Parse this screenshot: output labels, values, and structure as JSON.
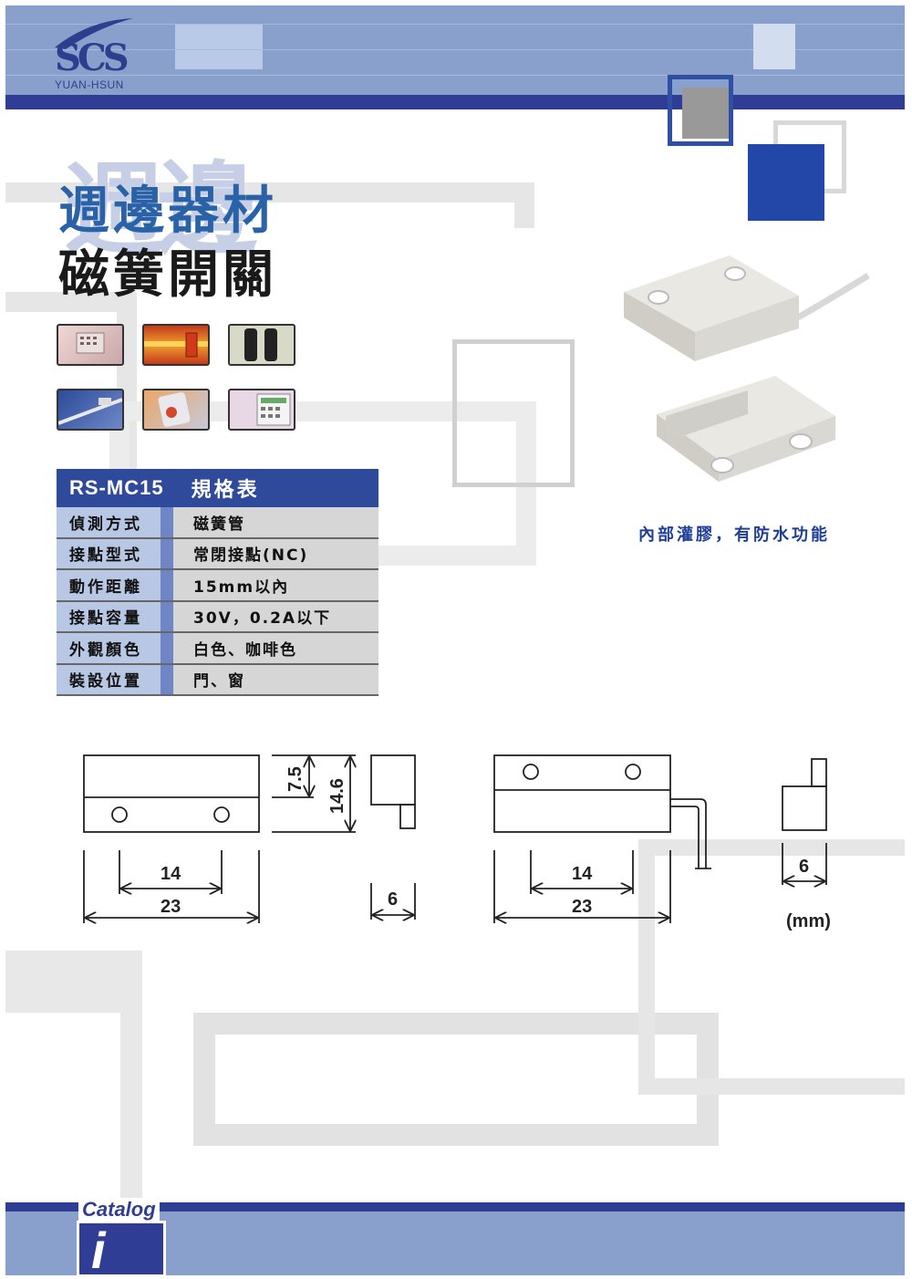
{
  "brand": {
    "logo_text": "SCS",
    "logo_sub": "YUAN-HSUN"
  },
  "title": {
    "line1": "週邊器材",
    "line2": "磁簧開關",
    "watermark": "週邊"
  },
  "thumbnails": [
    "keypad",
    "infrared-beam",
    "photo-beams",
    "rail-sensor",
    "panic-button",
    "control-panel"
  ],
  "spec_table": {
    "model": "RS-MC15",
    "heading": "規格表",
    "rows": [
      {
        "key": "偵測方式",
        "value": "磁簧管"
      },
      {
        "key": "接點型式",
        "value": "常閉接點(NC)"
      },
      {
        "key": "動作距離",
        "value": "15mm以內"
      },
      {
        "key": "接點容量",
        "value": "30V，0.2A以下"
      },
      {
        "key": "外觀顏色",
        "value": "白色、咖啡色"
      },
      {
        "key": "裝設位置",
        "value": "門、窗"
      }
    ]
  },
  "product_caption": "內部灌膠，有防水功能",
  "drawing": {
    "left_width": "23",
    "left_hole_spacing": "14",
    "height_small": "7.5",
    "height_total": "14.6",
    "side_width_left": "6",
    "right_width": "23",
    "right_hole_spacing": "14",
    "side_width_right": "6",
    "unit": "(mm)"
  },
  "footer": {
    "catalog": "Catalog",
    "icon_letter": "i"
  },
  "colors": {
    "accent": "#2f3e94",
    "header": "#8aa0cc",
    "title_blue": "#2a62a8"
  }
}
